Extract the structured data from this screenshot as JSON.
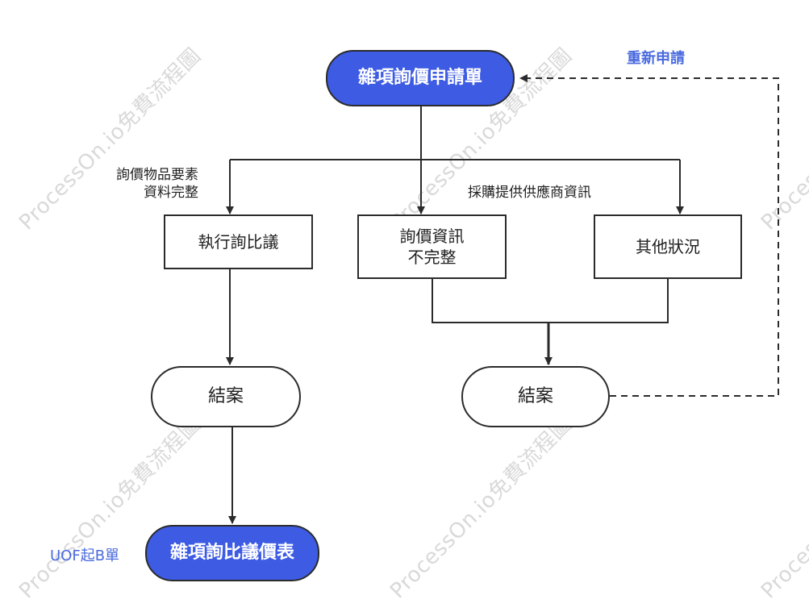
{
  "watermark_text": "ProcessOn.io免費流程圖",
  "nodes": {
    "start": "雜項詢價申請單",
    "execute": "執行詢比議",
    "incomplete": "詢價資訊\n不完整",
    "other": "其他狀況",
    "end_left": "結案",
    "end_right": "結案",
    "final": "雜項詢比議價表"
  },
  "labels": {
    "complete_info": "詢價物品要素\n資料完整",
    "supplier_info": "採購提供供應商資訊",
    "reapply": "重新申請",
    "uof": "UOF起B單"
  },
  "colors": {
    "accent": "#3d5be3",
    "accent_text": "#4a6adf",
    "line": "#2b2b2b"
  }
}
